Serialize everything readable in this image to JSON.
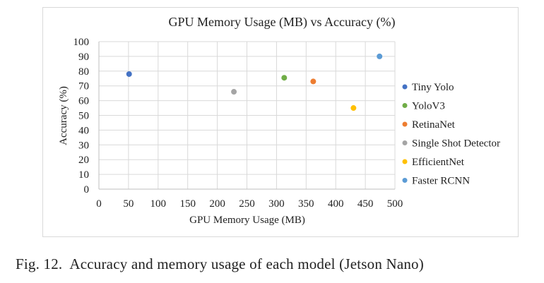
{
  "chart_data": {
    "type": "scatter",
    "title": "GPU Memory Usage (MB) vs Accuracy (%)",
    "xlabel": "GPU Memory Usage (MB)",
    "ylabel": "Accuracy (%)",
    "xlim": [
      0,
      500
    ],
    "ylim": [
      0,
      100
    ],
    "x_ticks": [
      "0",
      "50",
      "100",
      "150",
      "200",
      "250",
      "300",
      "350",
      "400",
      "450",
      "500"
    ],
    "y_ticks": [
      "0",
      "10",
      "20",
      "30",
      "40",
      "50",
      "60",
      "70",
      "80",
      "90",
      "100"
    ],
    "grid": true,
    "legend_position": "right",
    "series": [
      {
        "name": "Tiny Yolo",
        "color": "#4472c4",
        "x": [
          51
        ],
        "y": [
          78
        ]
      },
      {
        "name": "YoloV3",
        "color": "#70ad47",
        "x": [
          313
        ],
        "y": [
          75.5
        ]
      },
      {
        "name": "RetinaNet",
        "color": "#ed7d31",
        "x": [
          362
        ],
        "y": [
          73
        ]
      },
      {
        "name": "Single Shot Detector",
        "color": "#a5a5a5",
        "x": [
          228
        ],
        "y": [
          66
        ]
      },
      {
        "name": "EfficientNet",
        "color": "#ffc000",
        "x": [
          430
        ],
        "y": [
          55
        ]
      },
      {
        "name": "Faster RCNN",
        "color": "#5b9bd5",
        "x": [
          474
        ],
        "y": [
          90
        ]
      }
    ]
  },
  "caption": {
    "number": "Fig. 12.",
    "text": "Accuracy and memory usage of each model (Jetson Nano)"
  }
}
